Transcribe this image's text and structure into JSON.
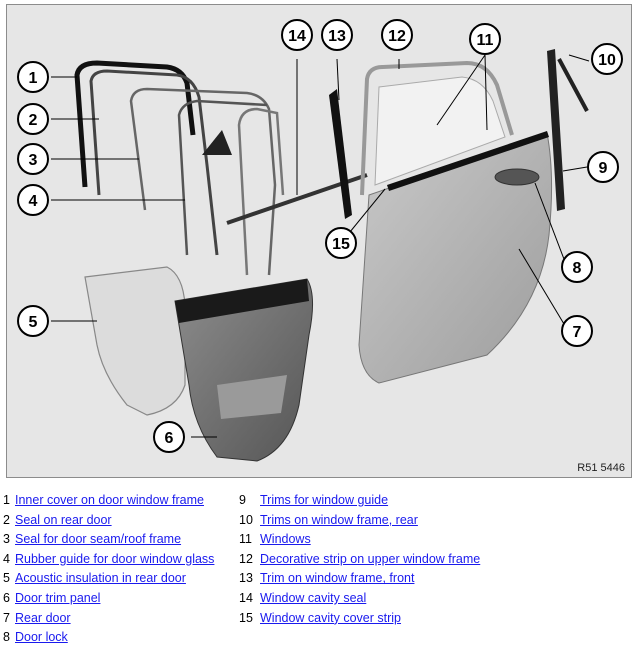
{
  "diagram": {
    "reference_code": "R51 5446",
    "callouts": [
      "1",
      "2",
      "3",
      "4",
      "5",
      "6",
      "7",
      "8",
      "9",
      "10",
      "11",
      "12",
      "13",
      "14",
      "15"
    ]
  },
  "legend": [
    {
      "num": "1",
      "label": "Inner cover on door window frame"
    },
    {
      "num": "2",
      "label": "Seal on rear door"
    },
    {
      "num": "3",
      "label": "Seal for door seam/roof frame"
    },
    {
      "num": "4",
      "label": "Rubber guide for door window glass"
    },
    {
      "num": "5",
      "label": "Acoustic insulation in rear door"
    },
    {
      "num": "6",
      "label": "Door trim panel"
    },
    {
      "num": "7",
      "label": "Rear door"
    },
    {
      "num": "8",
      "label": "Door lock"
    },
    {
      "num": "9",
      "label": "Trims for window guide"
    },
    {
      "num": "10",
      "label": "Trims on window frame, rear"
    },
    {
      "num": "11",
      "label": "Windows"
    },
    {
      "num": "12",
      "label": "Decorative strip on upper window frame"
    },
    {
      "num": "13",
      "label": "Trim on window frame, front"
    },
    {
      "num": "14",
      "label": "Window cavity seal"
    },
    {
      "num": "15",
      "label": "Window cavity cover strip"
    }
  ]
}
